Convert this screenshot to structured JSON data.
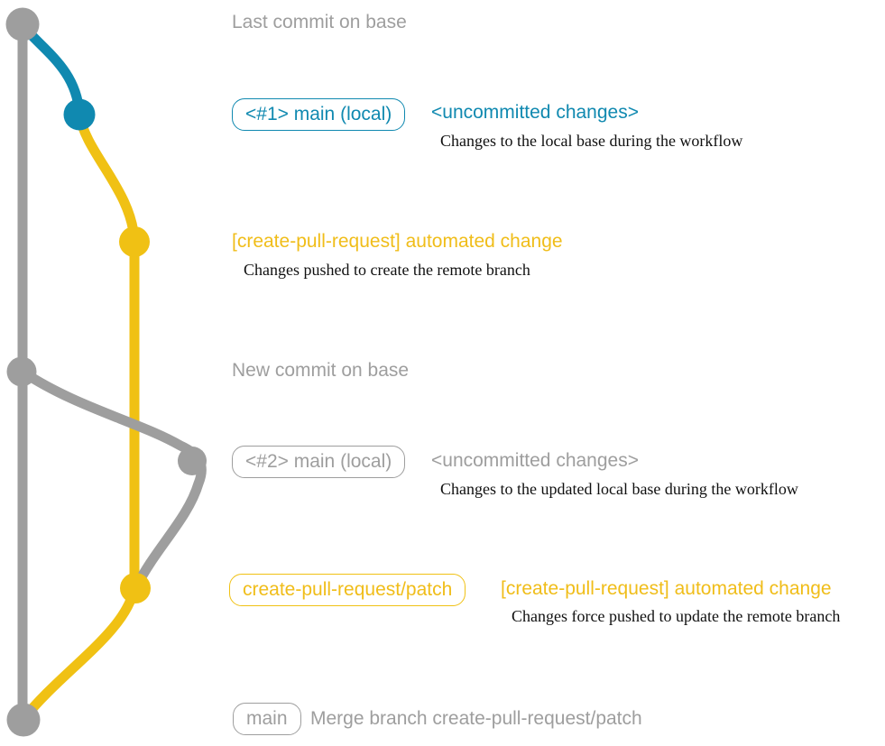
{
  "colors": {
    "gray": "#9e9e9e",
    "teal": "#1089b0",
    "yellow": "#f0c114",
    "yellow-text": "#f0bd19"
  },
  "graph": {
    "commits": [
      {
        "name": "last-commit-on-base",
        "color": "gray"
      },
      {
        "name": "local-main-1",
        "color": "teal"
      },
      {
        "name": "automated-change-1",
        "color": "yellow"
      },
      {
        "name": "new-commit-on-base",
        "color": "gray"
      },
      {
        "name": "local-main-2",
        "color": "gray"
      },
      {
        "name": "automated-change-2",
        "color": "yellow"
      },
      {
        "name": "merge-commit",
        "color": "gray"
      }
    ]
  },
  "rows": {
    "last_commit": {
      "label": "Last commit on base"
    },
    "commit1": {
      "branch_label": "<#1> main (local)",
      "tag": "<uncommitted changes>",
      "description": "Changes to the local base during the workflow"
    },
    "commit2": {
      "title": "[create-pull-request] automated change",
      "description": "Changes pushed to create the remote branch"
    },
    "new_commit": {
      "label": "New commit on base"
    },
    "commit3": {
      "branch_label": "<#2> main (local)",
      "tag": "<uncommitted changes>",
      "description": "Changes to the updated local base during the workflow"
    },
    "commit4": {
      "branch_label": "create-pull-request/patch",
      "title": "[create-pull-request] automated change",
      "description": "Changes force pushed to update the remote branch"
    },
    "merge_commit": {
      "branch_label": "main",
      "label": "Merge branch create-pull-request/patch"
    }
  }
}
